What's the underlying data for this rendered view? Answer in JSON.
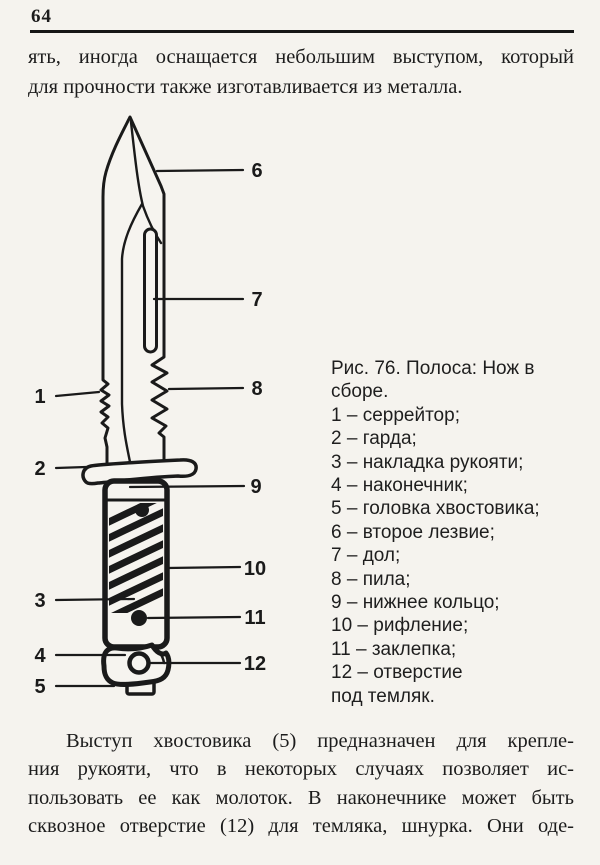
{
  "page": {
    "number": "64"
  },
  "intro": {
    "lines": [
      "ять, иногда оснащается небольшим выступом, который",
      "для прочности также изготавливается из металла."
    ]
  },
  "figure": {
    "caption": "Рис. 76. Полоса: Нож в сборе.",
    "legend_lines": [
      "1 – серрейтор;",
      "2 – гарда;",
      "3 – накладка рукояти;",
      "4 – наконечник;",
      "5 – головка хвостовика;",
      "6 – второе лезвие;",
      "7 – дол;",
      "8 – пила;",
      "9 – нижнее кольцо;",
      "10 – рифление;",
      "11 – заклепка;",
      "12 – отверстие",
      "под темляк."
    ],
    "callouts": [
      "1",
      "2",
      "3",
      "4",
      "5",
      "6",
      "7",
      "8",
      "9",
      "10",
      "11",
      "12"
    ],
    "ink_color": "#1a1a1a",
    "paper_color": "#f5f3ee"
  },
  "body": {
    "lines": [
      "Выступ хвостовика (5) предназначен для крепле-",
      "ния рукояти, что в некоторых случаях позволяет ис-",
      "пользовать ее как молоток. В наконечнике может быть",
      "сквозное отверстие (12) для темляка, шнурка. Они оде-"
    ]
  }
}
